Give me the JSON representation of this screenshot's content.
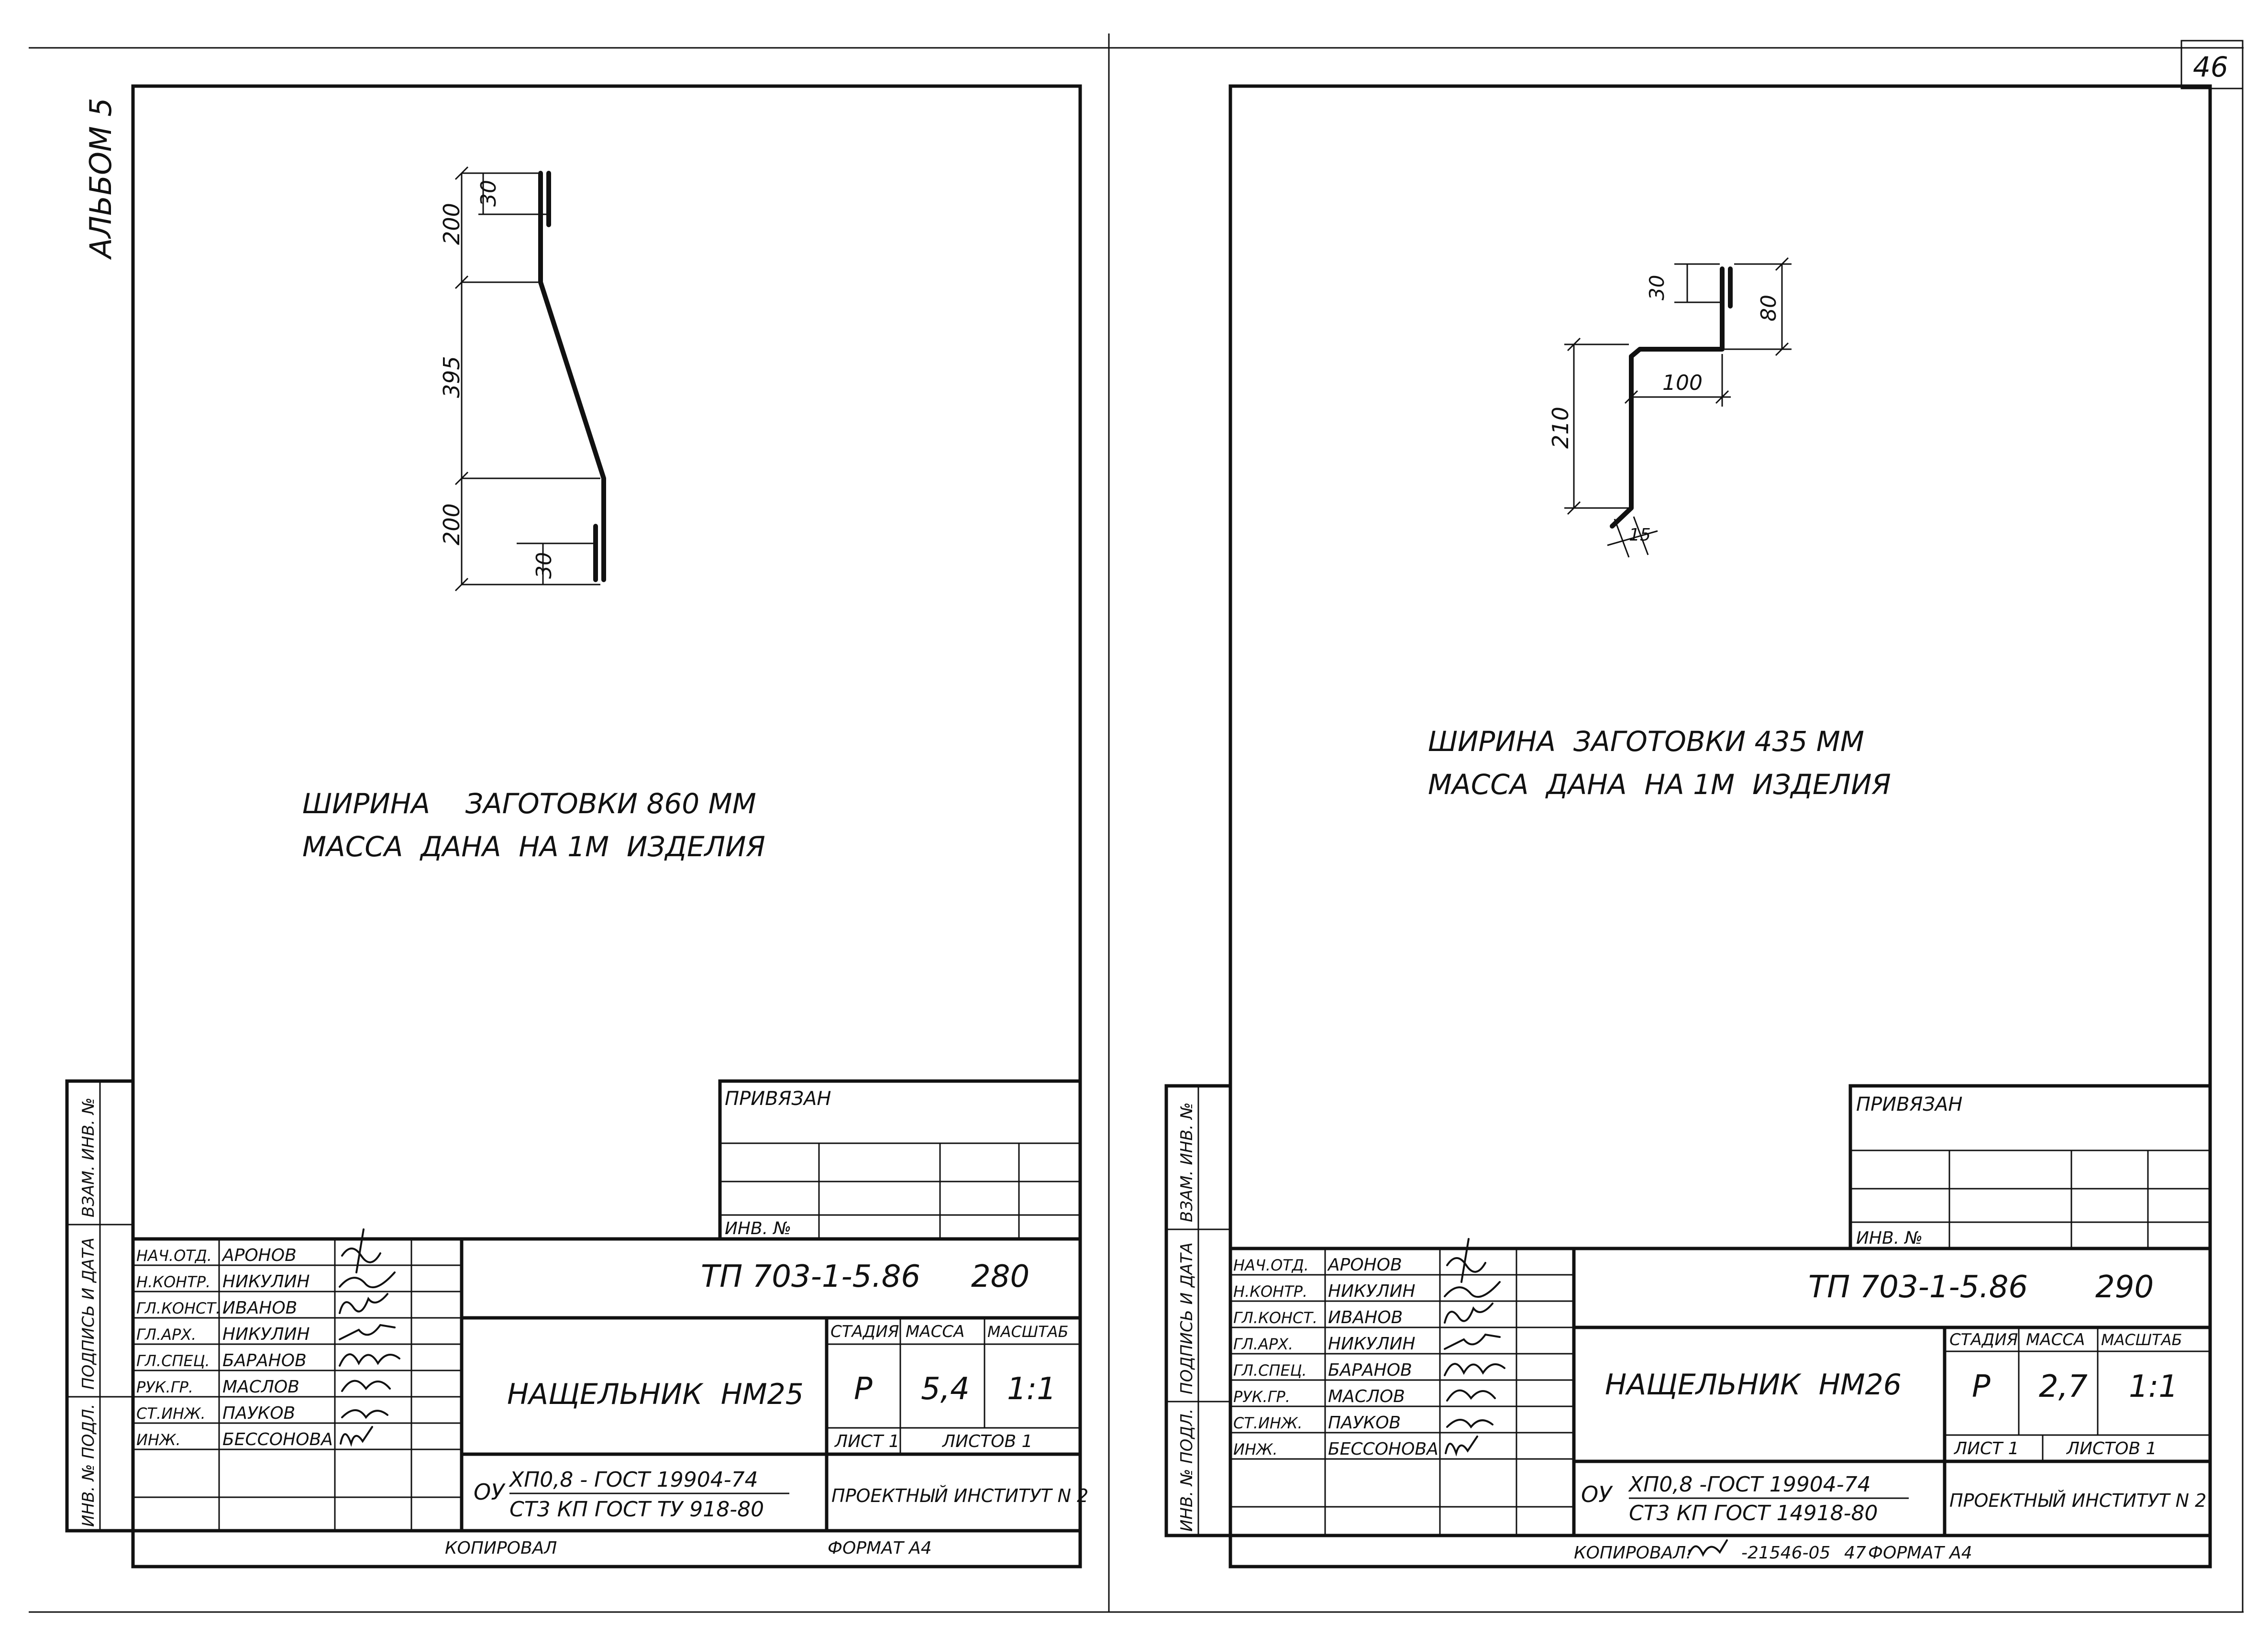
{
  "album_label": "АЛЬБОМ 5",
  "page_number": "46",
  "side_labels": [
    "ИНВ. № ПОДЛ.",
    "ПОДПИСЬ И ДАТА",
    "ВЗАМ. ИНВ. №"
  ],
  "sheets": [
    {
      "dims": {
        "d200_top": "200",
        "d30_top": "30",
        "d395": "395",
        "d200_bot": "200",
        "d30_bot": "30"
      },
      "notes": [
        "ШИРИНА    ЗАГОТОВКИ 860 ММ",
        "МАССА  ДАНА  НА 1М  ИЗДЕЛИЯ"
      ],
      "privyazan": "ПРИВЯЗАН",
      "inv_no": "ИНВ. №",
      "document_code": "ТП 703-1-5.86",
      "sheet_code": "280",
      "title": "НАЩЕЛЬНИК  НМ25",
      "headers": {
        "stage": "СТАДИЯ",
        "mass": "МАССА",
        "scale": "МАСШТАБ"
      },
      "values": {
        "stage": "Р",
        "mass": "5,4",
        "scale": "1:1"
      },
      "sheet_label": "ЛИСТ 1",
      "sheets_label": "ЛИСТОВ 1",
      "material_prefix": "ОУ",
      "material_top": "ХП0,8 - ГОСТ 19904-74",
      "material_bottom": "СТ3 КП ГОСТ ТУ 918-80",
      "institute": "ПРОЕКТНЫЙ ИНСТИТУТ N 2",
      "copied_by": "КОПИРОВАЛ",
      "format": "ФОРМАТ А4",
      "signatories": [
        {
          "role": "НАЧ.ОТД.",
          "name": "АРОНОВ"
        },
        {
          "role": "Н.КОНТР.",
          "name": "НИКУЛИН"
        },
        {
          "role": "ГЛ.КОНСТ.",
          "name": "ИВАНОВ"
        },
        {
          "role": "ГЛ.АРХ.",
          "name": "НИКУЛИН"
        },
        {
          "role": "ГЛ.СПЕЦ.",
          "name": "БАРАНОВ"
        },
        {
          "role": "РУК.ГР.",
          "name": "МАСЛОВ"
        },
        {
          "role": "СТ.ИНЖ.",
          "name": "ПАУКОВ"
        },
        {
          "role": "ИНЖ.",
          "name": "БЕССОНОВА"
        }
      ]
    },
    {
      "dims": {
        "d30": "30",
        "d80": "80",
        "d100": "100",
        "d210": "210",
        "d15": "15"
      },
      "notes": [
        "ШИРИНА  ЗАГОТОВКИ 435 ММ",
        "МАССА  ДАНА  НА 1М  ИЗДЕЛИЯ"
      ],
      "privyazan": "ПРИВЯЗАН",
      "inv_no": "ИНВ. №",
      "document_code": "ТП 703-1-5.86",
      "sheet_code": "290",
      "title": "НАЩЕЛЬНИК  НМ26",
      "headers": {
        "stage": "СТАДИЯ",
        "mass": "МАССА",
        "scale": "МАСШТАБ"
      },
      "values": {
        "stage": "Р",
        "mass": "2,7",
        "scale": "1:1"
      },
      "sheet_label": "ЛИСТ 1",
      "sheets_label": "ЛИСТОВ 1",
      "material_prefix": "ОУ",
      "material_top": "ХП0,8 -ГОСТ 19904-74",
      "material_bottom": "СТ3 КП ГОСТ 14918-80",
      "institute": "ПРОЕКТНЫЙ ИНСТИТУТ N 2",
      "copied_by": "КОПИРОВАЛ:",
      "copied_code": "-21546-05",
      "copied_num": "47",
      "format": "ФОРМАТ А4",
      "signatories": [
        {
          "role": "НАЧ.ОТД.",
          "name": "АРОНОВ"
        },
        {
          "role": "Н.КОНТР.",
          "name": "НИКУЛИН"
        },
        {
          "role": "ГЛ.КОНСТ.",
          "name": "ИВАНОВ"
        },
        {
          "role": "ГЛ.АРХ.",
          "name": "НИКУЛИН"
        },
        {
          "role": "ГЛ.СПЕЦ.",
          "name": "БАРАНОВ"
        },
        {
          "role": "РУК.ГР.",
          "name": "МАСЛОВ"
        },
        {
          "role": "СТ.ИНЖ.",
          "name": "ПАУКОВ"
        },
        {
          "role": "ИНЖ.",
          "name": "БЕССОНОВА"
        }
      ]
    }
  ]
}
